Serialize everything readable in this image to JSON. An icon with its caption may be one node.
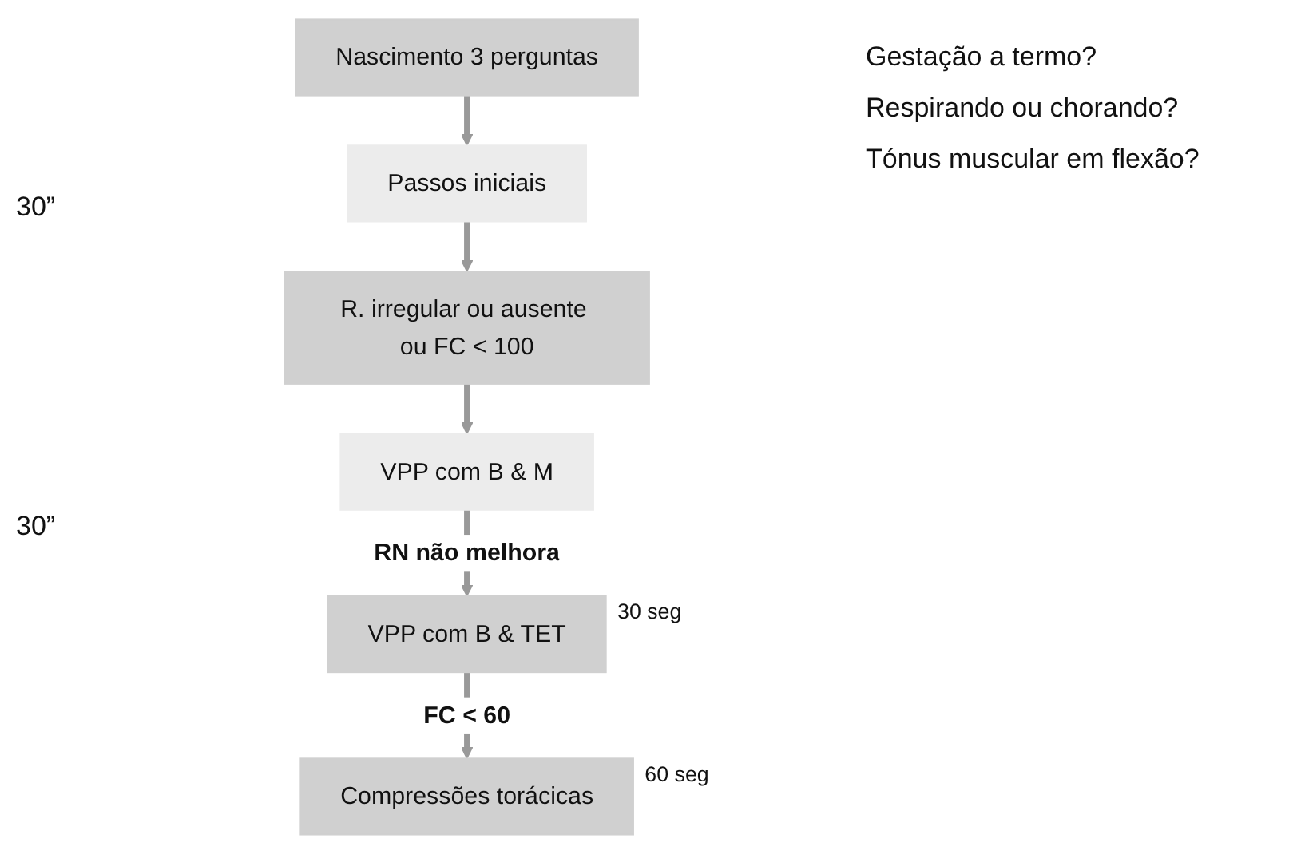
{
  "diagram": {
    "nodes": [
      {
        "text": [
          "Nascimento 3 perguntas"
        ]
      },
      {
        "text": [
          "Passos iniciais"
        ]
      },
      {
        "text": [
          "R. irregular ou ausente ou FC < 100"
        ]
      },
      {
        "text": [
          "VPP com B & M"
        ]
      },
      {
        "text": [
          "VPP com B & TET"
        ],
        "beside": [
          "30 seg"
        ]
      },
      {
        "text": [
          "Compressões torácicas"
        ],
        "beside": [
          "60 seg"
        ]
      }
    ],
    "edges": [
      {
        "from": 0,
        "to": 1,
        "arrow": "to"
      },
      {
        "from": 1,
        "to": 2,
        "arrow": "to"
      },
      {
        "from": 2,
        "to": 3,
        "arrow": "to"
      },
      {
        "from": 3,
        "to": 4,
        "arrow": "to",
        "label": "RN não melhora"
      },
      {
        "from": 4,
        "to": 5,
        "arrow": "to",
        "label": "FC < 60"
      }
    ],
    "labels": [
      "Gestação a termo?",
      "Respirando ou chorando?",
      "Tónus muscular em flexão?",
      "30”",
      "30”"
    ]
  }
}
